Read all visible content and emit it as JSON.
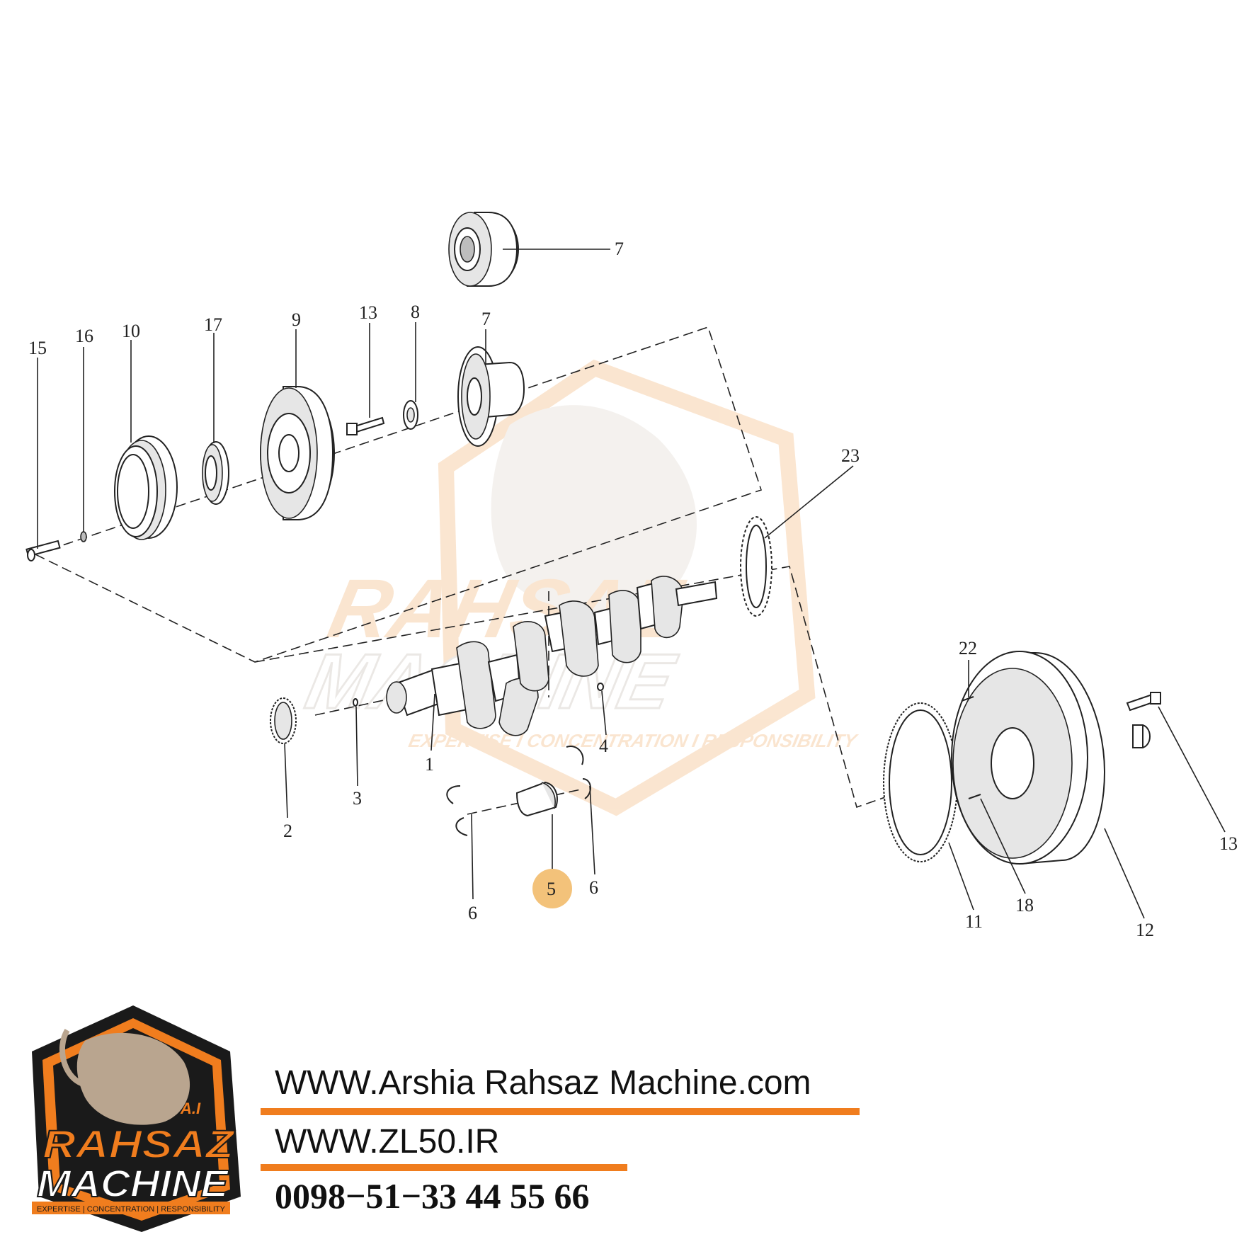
{
  "diagram": {
    "callouts": [
      {
        "id": "c7a",
        "text": "7"
      },
      {
        "id": "c15",
        "text": "15"
      },
      {
        "id": "c16",
        "text": "16"
      },
      {
        "id": "c10",
        "text": "10"
      },
      {
        "id": "c17",
        "text": "17"
      },
      {
        "id": "c9",
        "text": "9"
      },
      {
        "id": "c13a",
        "text": "13"
      },
      {
        "id": "c8",
        "text": "8"
      },
      {
        "id": "c7b",
        "text": "7"
      },
      {
        "id": "c23",
        "text": "23"
      },
      {
        "id": "c22",
        "text": "22"
      },
      {
        "id": "c4",
        "text": "4"
      },
      {
        "id": "c1",
        "text": "1"
      },
      {
        "id": "c2",
        "text": "2"
      },
      {
        "id": "c3",
        "text": "3"
      },
      {
        "id": "c6a",
        "text": "6"
      },
      {
        "id": "c5",
        "text": "5"
      },
      {
        "id": "c6b",
        "text": "6"
      },
      {
        "id": "c11",
        "text": "11"
      },
      {
        "id": "c18",
        "text": "18"
      },
      {
        "id": "c12",
        "text": "12"
      },
      {
        "id": "c13b",
        "text": "13"
      }
    ],
    "highlight_color": "#f3c27a"
  },
  "watermark": {
    "line1": "RAHSAZ",
    "line2": "MACHINE",
    "tagline": "EXPERTISE I CONCENTRATION I RESPONSIBILITY",
    "color": "#f0a55a"
  },
  "logo": {
    "badge": "A.I",
    "line1": "RAHSAZ",
    "line2": "MACHINE",
    "tagline": "EXPERTISE | CONCENTRATION | RESPONSIBILITY",
    "accent": "#f07d1e",
    "dark": "#1a1a1a"
  },
  "footer": {
    "website1": "WWW.Arshia Rahsaz Machine.com",
    "website2": "WWW.ZL50.IR",
    "phone": "0098−51−33 44 55 66",
    "bar_color": "#f07d1e"
  }
}
